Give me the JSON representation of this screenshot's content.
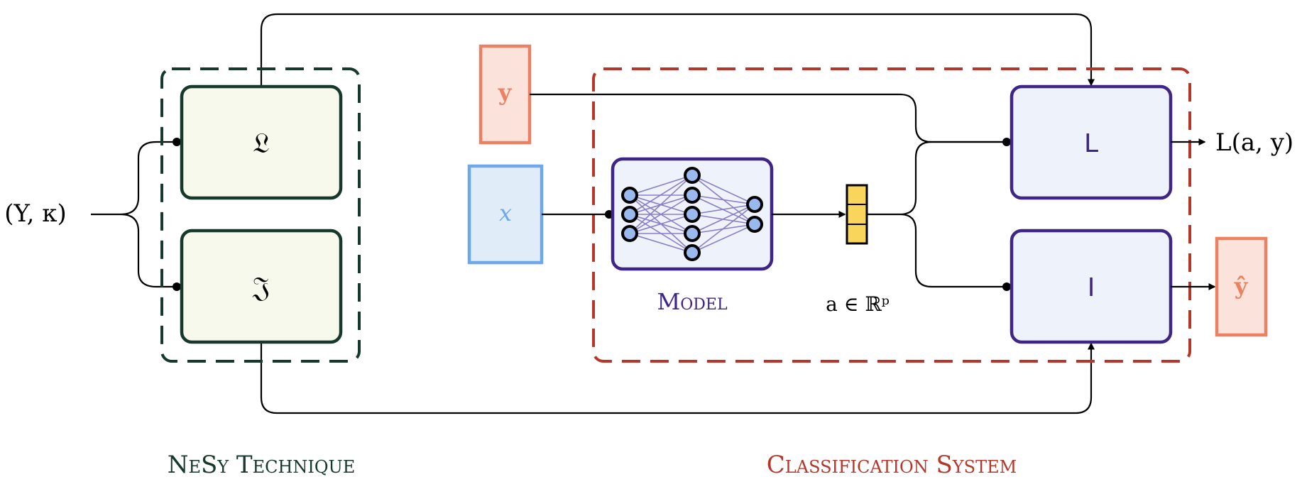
{
  "input_label": "(Y, κ)",
  "nesy": {
    "caption": "NeSy Technique",
    "loss_symbol": "𝔏",
    "inference_symbol": "𝔍"
  },
  "inputs": {
    "y_label": "y",
    "x_label": "x"
  },
  "classification": {
    "caption": "Classification System",
    "model_label": "Model",
    "activation_label": "a ∈ ℝᵖ",
    "loss_box_label": "L",
    "inference_box_label": "I",
    "loss_output": "L(a, y)",
    "prediction_output": "ŷ"
  },
  "colors": {
    "nesy_dark_green": "#17392b",
    "nesy_fill": "#f6f9ec",
    "classification_red": "#b5362a",
    "system_purple": "#3f2585",
    "system_fill": "#eef3fb",
    "y_orange": "#ea8163",
    "y_fill": "#fbe2da",
    "x_blue": "#6ea8ea",
    "x_fill": "#e1ecf9",
    "neuron_fill": "#9ab9ee",
    "activation_yellow": "#f9d65b"
  }
}
